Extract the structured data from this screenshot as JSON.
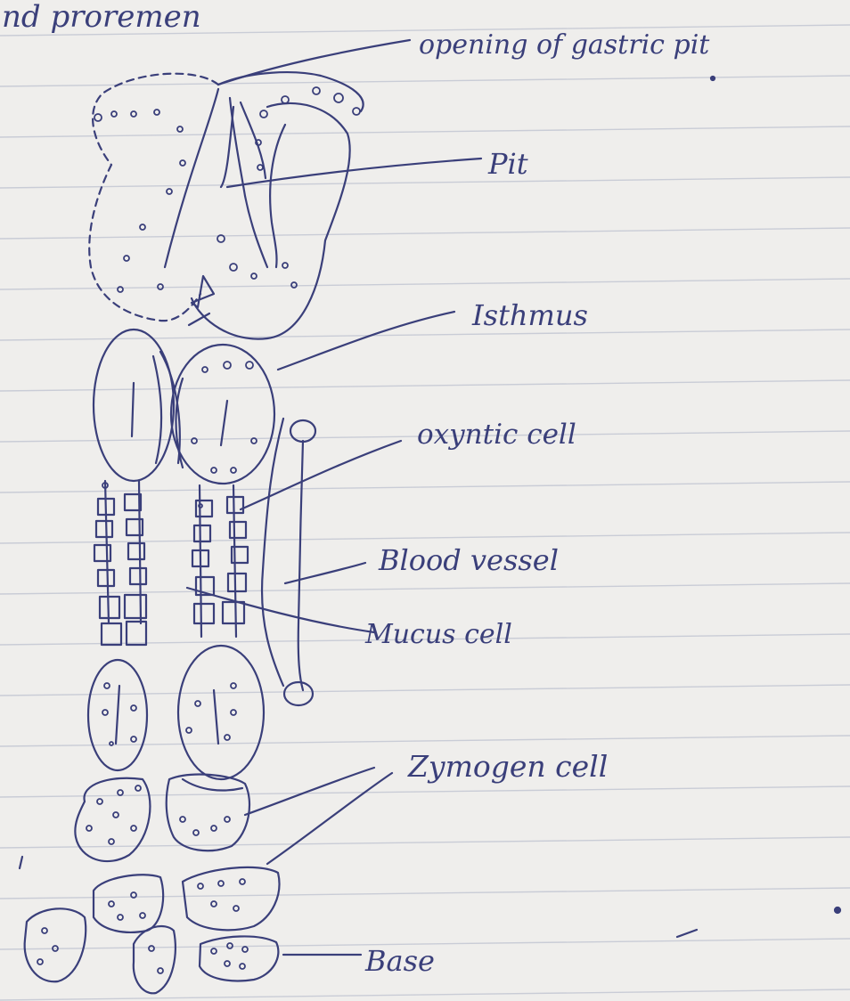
{
  "header_fragment": "nd proremen",
  "labels": {
    "opening": "opening of gastric pit",
    "pit": "Pit",
    "isthmus": "Isthmus",
    "oxyntic": "oxyntic cell",
    "blood_vessel": "Blood vessel",
    "mucus": "Mucus cell",
    "zymogen": "Zymogen cell",
    "base": "Base"
  },
  "colors": {
    "paper": "#efeeec",
    "rule_line": "#c9ccd6",
    "ink": "#3a3f7a"
  }
}
